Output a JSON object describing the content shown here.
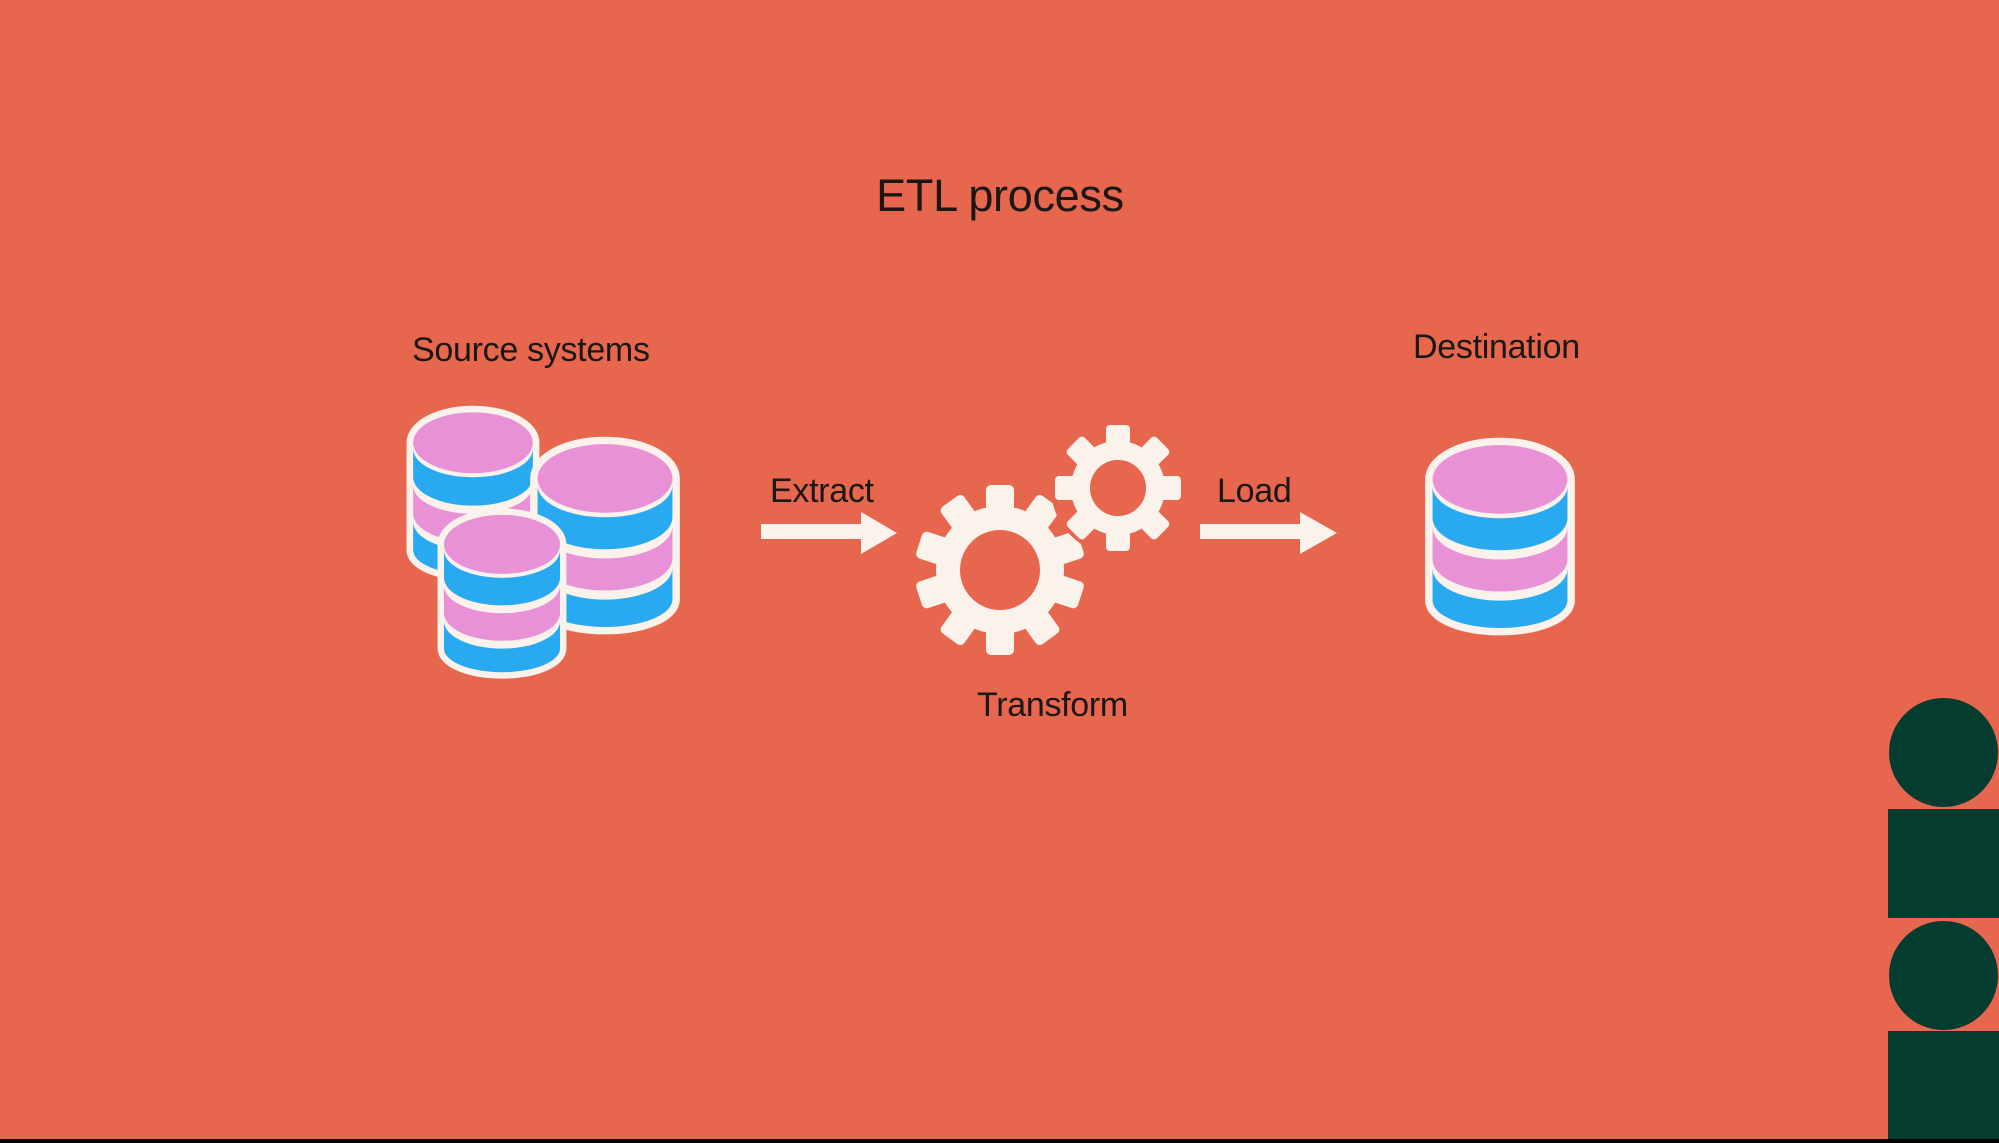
{
  "title": "ETL process",
  "colors": {
    "background": "#E7664E",
    "text": "#1A1714",
    "cream": "#FBF2EB",
    "pink": "#E891D6",
    "blue": "#29A9F0",
    "dark_green": "#053C30",
    "black": "#000000"
  },
  "nodes": {
    "source": {
      "label": "Source systems",
      "icon": "database-stack-icon"
    },
    "transform": {
      "label": "Transform",
      "icon": "gears-icon"
    },
    "destination": {
      "label": "Destination",
      "icon": "database-icon"
    }
  },
  "arrows": {
    "extract": {
      "label": "Extract",
      "icon": "arrow-right-icon"
    },
    "load": {
      "label": "Load",
      "icon": "arrow-right-icon"
    }
  },
  "decor": {
    "shapes": [
      "circle",
      "square",
      "circle",
      "square"
    ],
    "position": "right-edge"
  }
}
